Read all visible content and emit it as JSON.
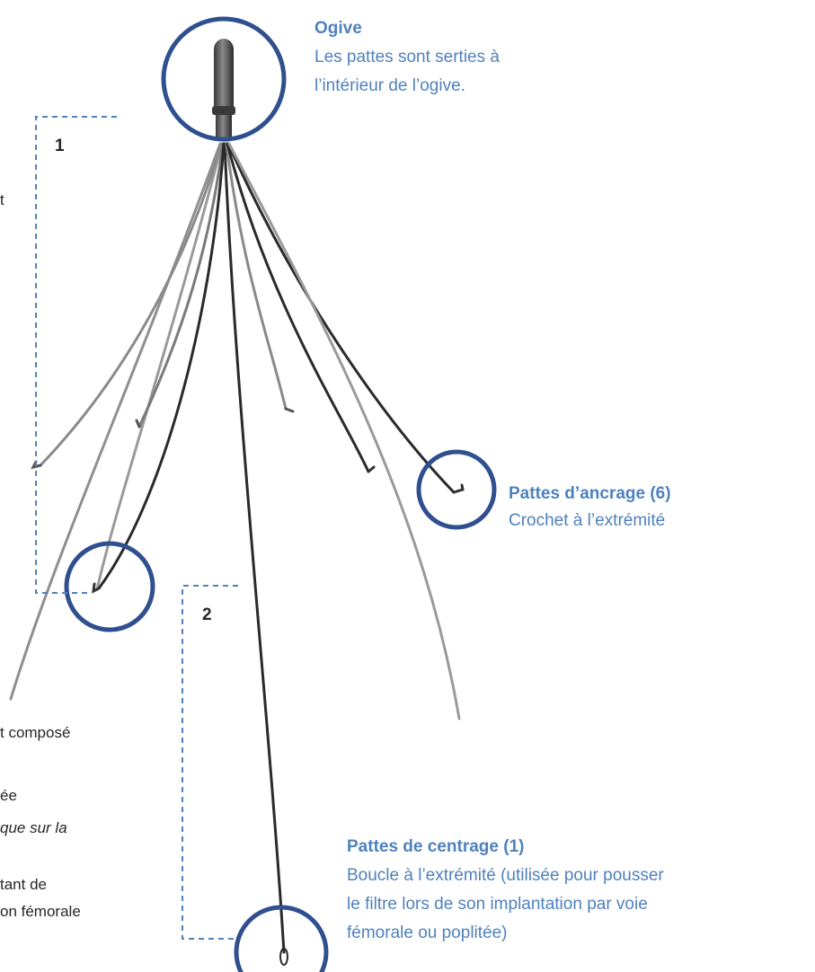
{
  "labels": {
    "ogive": {
      "title": "Ogive",
      "desc1": "Les pattes sont serties à",
      "desc2": "l’intérieur de l’ogive."
    },
    "anchor": {
      "title": "Pattes d’ancrage (6)",
      "desc": "Crochet à l’extrémité"
    },
    "centering": {
      "title": "Pattes de centrage (1)",
      "desc1": "Boucle à l’extrémité (utilisée pour pousser",
      "desc2": "le filtre lors de son implantation par voie",
      "desc3": "fémorale ou poplitée)"
    }
  },
  "brackets": {
    "one": "1",
    "two": "2"
  },
  "left_text": {
    "frag_t": "t",
    "line1": "t composé",
    "line2": "ée",
    "line3": "que sur la",
    "line4": "tant de",
    "line5": "on fémorale"
  },
  "colors": {
    "accent": "#4f81bd",
    "circle": "#2f4f8f",
    "bracket": "#4f81bd",
    "wire_dark": "#2a2a2a",
    "wire_light": "#9a9a9a",
    "text_dark": "#262626"
  }
}
